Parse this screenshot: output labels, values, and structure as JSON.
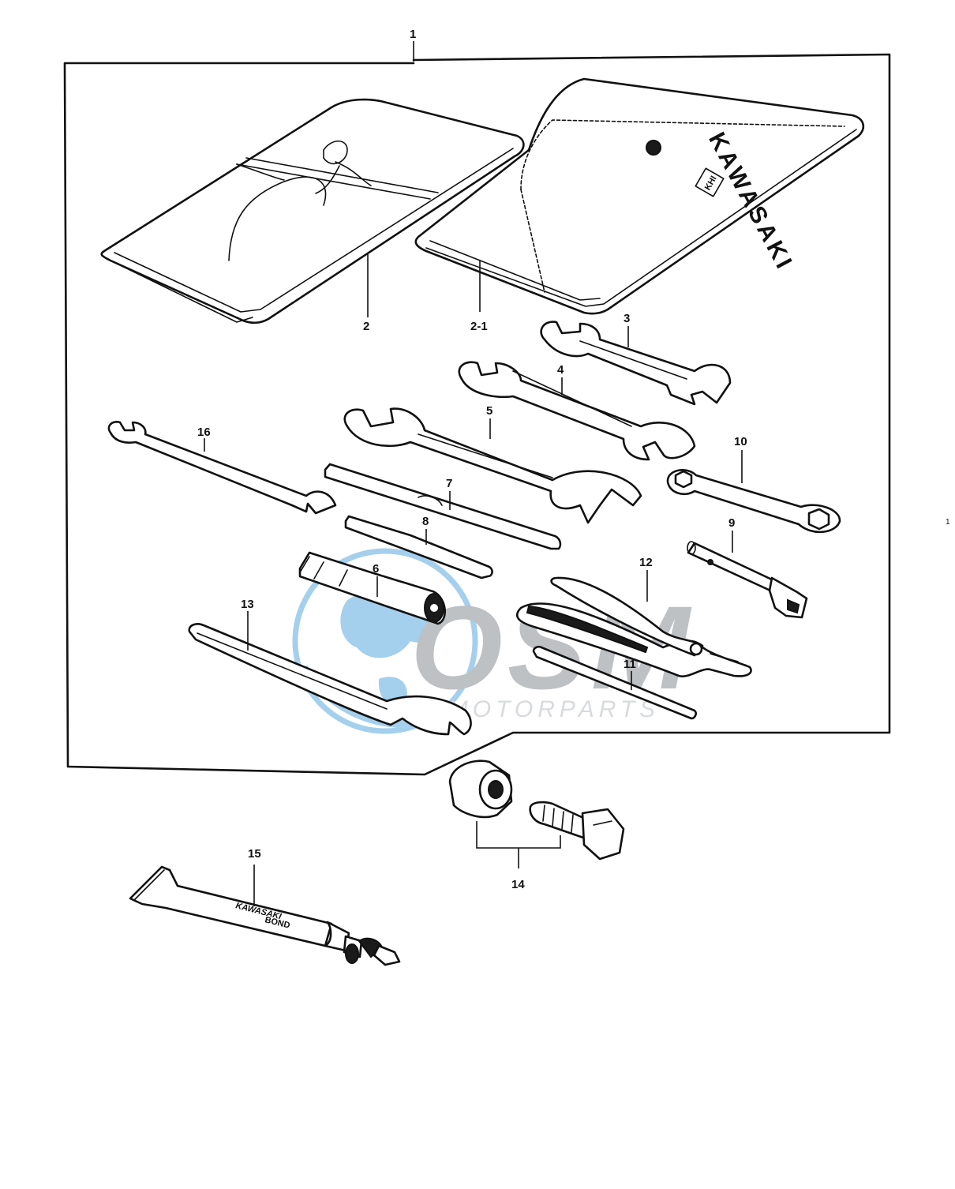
{
  "diagram": {
    "callouts": {
      "c1": "1",
      "c2": "2",
      "c2_1": "2-1",
      "c3": "3",
      "c4": "4",
      "c5": "5",
      "c6": "6",
      "c7": "7",
      "c8": "8",
      "c9": "9",
      "c10": "10",
      "c11": "11",
      "c12": "12",
      "c13": "13",
      "c14": "14",
      "c15": "15",
      "c16": "16"
    },
    "pouch_brand": "KAWASAKI",
    "pouch_logo": "KHI",
    "tube_text": [
      "KAWASAKI",
      "BOND"
    ],
    "edge_mark": "1",
    "watermark": {
      "brand": "OSM",
      "subtitle": "MOTORPARTS",
      "colors": {
        "globe": "#5aa9e0",
        "letters": "#8a8f94",
        "text": "#b9bec3"
      }
    },
    "icons": [
      "tool-pouch-rolled-icon",
      "tool-pouch-kawasaki-icon",
      "open-end-wrench-icon",
      "box-wrench-icon",
      "screwdriver-icon",
      "screwdriver-handle-icon",
      "spark-plug-socket-icon",
      "pliers-icon",
      "hook-spanner-icon",
      "extension-bar-icon",
      "adapter-nut-bolt-icon",
      "kawasaki-bond-tube-icon"
    ]
  }
}
